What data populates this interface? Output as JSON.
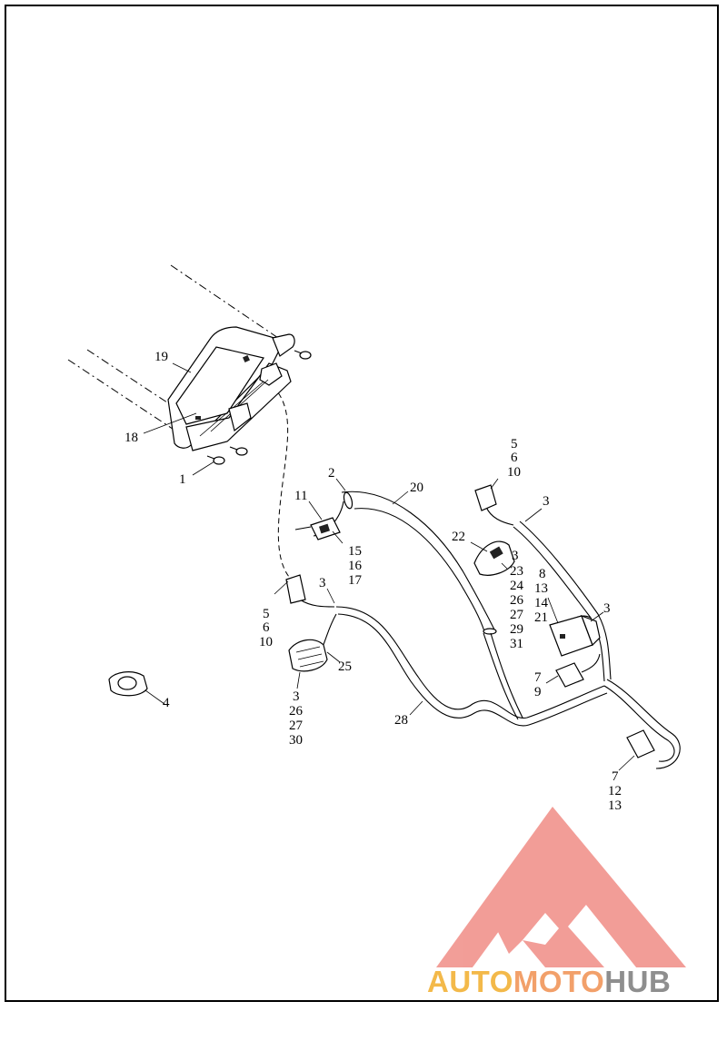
{
  "diagram": {
    "callouts": [
      {
        "id": "c19",
        "text": "19"
      },
      {
        "id": "c18",
        "text": "18"
      },
      {
        "id": "c1",
        "text": "1"
      },
      {
        "id": "c2",
        "text": "2"
      },
      {
        "id": "c20",
        "text": "20"
      },
      {
        "id": "c11",
        "text": "11"
      },
      {
        "id": "c15",
        "text": "15"
      },
      {
        "id": "c16",
        "text": "16"
      },
      {
        "id": "c17",
        "text": "17"
      },
      {
        "id": "c5a",
        "text": "5"
      },
      {
        "id": "c6a",
        "text": "6"
      },
      {
        "id": "c10a",
        "text": "10"
      },
      {
        "id": "c3a",
        "text": "3"
      },
      {
        "id": "c22",
        "text": "22"
      },
      {
        "id": "c3b",
        "text": "3"
      },
      {
        "id": "c23",
        "text": "23"
      },
      {
        "id": "c24",
        "text": "24"
      },
      {
        "id": "c26a",
        "text": "26"
      },
      {
        "id": "c27a",
        "text": "27"
      },
      {
        "id": "c29",
        "text": "29"
      },
      {
        "id": "c31",
        "text": "31"
      },
      {
        "id": "c8",
        "text": "8"
      },
      {
        "id": "c13a",
        "text": "13"
      },
      {
        "id": "c14",
        "text": "14"
      },
      {
        "id": "c21",
        "text": "21"
      },
      {
        "id": "c3c",
        "text": "3"
      },
      {
        "id": "c5b",
        "text": "5"
      },
      {
        "id": "c6b",
        "text": "6"
      },
      {
        "id": "c10b",
        "text": "10"
      },
      {
        "id": "c3d",
        "text": "3"
      },
      {
        "id": "c25",
        "text": "25"
      },
      {
        "id": "c3e",
        "text": "3"
      },
      {
        "id": "c26b",
        "text": "26"
      },
      {
        "id": "c27b",
        "text": "27"
      },
      {
        "id": "c30",
        "text": "30"
      },
      {
        "id": "c4",
        "text": "4"
      },
      {
        "id": "c28",
        "text": "28"
      },
      {
        "id": "c7a",
        "text": "7"
      },
      {
        "id": "c9",
        "text": "9"
      },
      {
        "id": "c7b",
        "text": "7"
      },
      {
        "id": "c12",
        "text": "12"
      },
      {
        "id": "c13b",
        "text": "13"
      }
    ]
  },
  "watermark": {
    "part1": "AUTO",
    "part2": "MOTO",
    "part3": "HUB",
    "colors": {
      "auto": "#f3b94a",
      "moto": "#f2a06a",
      "hub": "#8e8e8e",
      "mark": "#f08d86"
    }
  }
}
